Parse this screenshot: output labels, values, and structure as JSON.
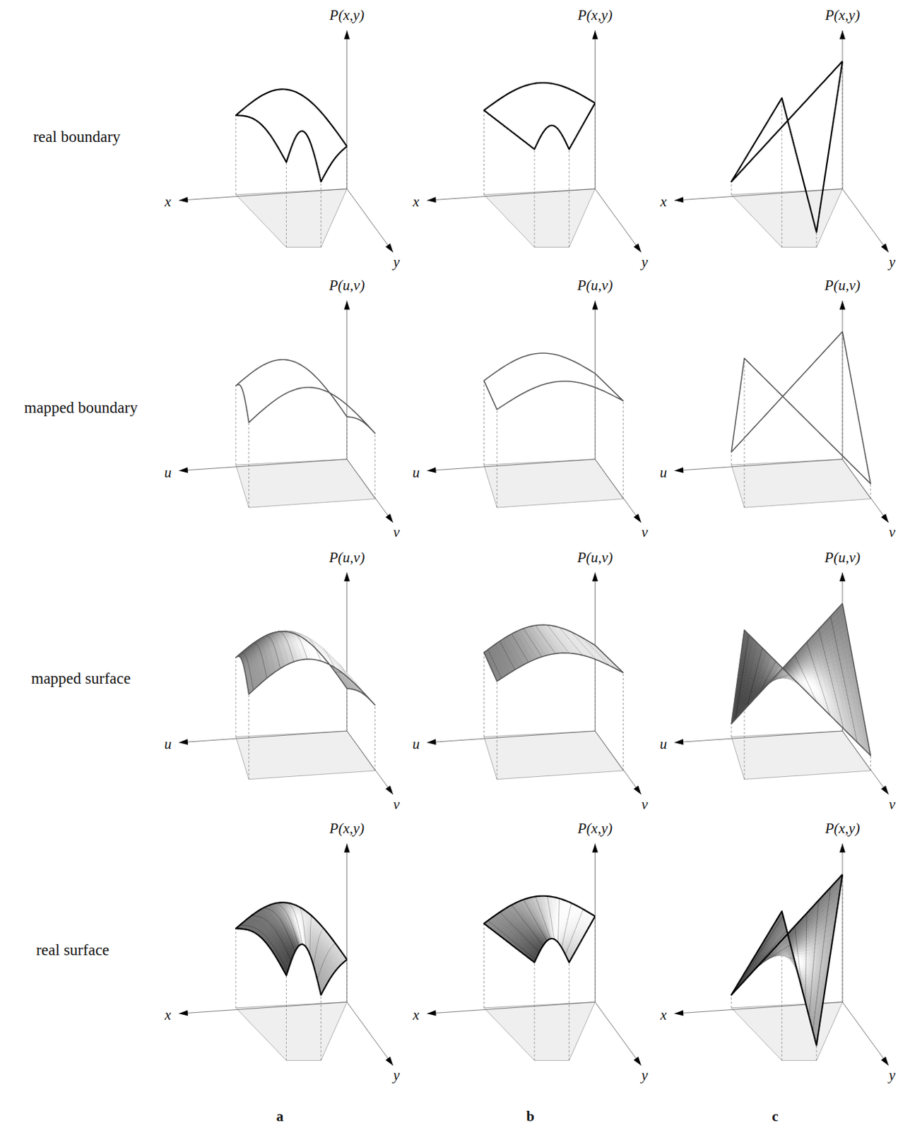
{
  "diagram": {
    "labels": [
      "real boundary",
      "mapped boundary",
      "mapped surface",
      "real surface",
      "P(x,y)",
      "x",
      "y",
      "P(x,y)",
      "x",
      "y",
      "P(x,y)",
      "x",
      "y",
      "P(u,v)",
      "u",
      "v",
      "P(u,v)",
      "u",
      "v",
      "P(u,v)",
      "u",
      "v",
      "P(u,v)",
      "u",
      "v",
      "P(u,v)",
      "u",
      "v",
      "P(u,v)",
      "u",
      "v",
      "P(x,y)",
      "x",
      "y",
      "P(x,y)",
      "x",
      "y",
      "P(x,y)",
      "x",
      "y",
      "a",
      "b",
      "c"
    ]
  }
}
